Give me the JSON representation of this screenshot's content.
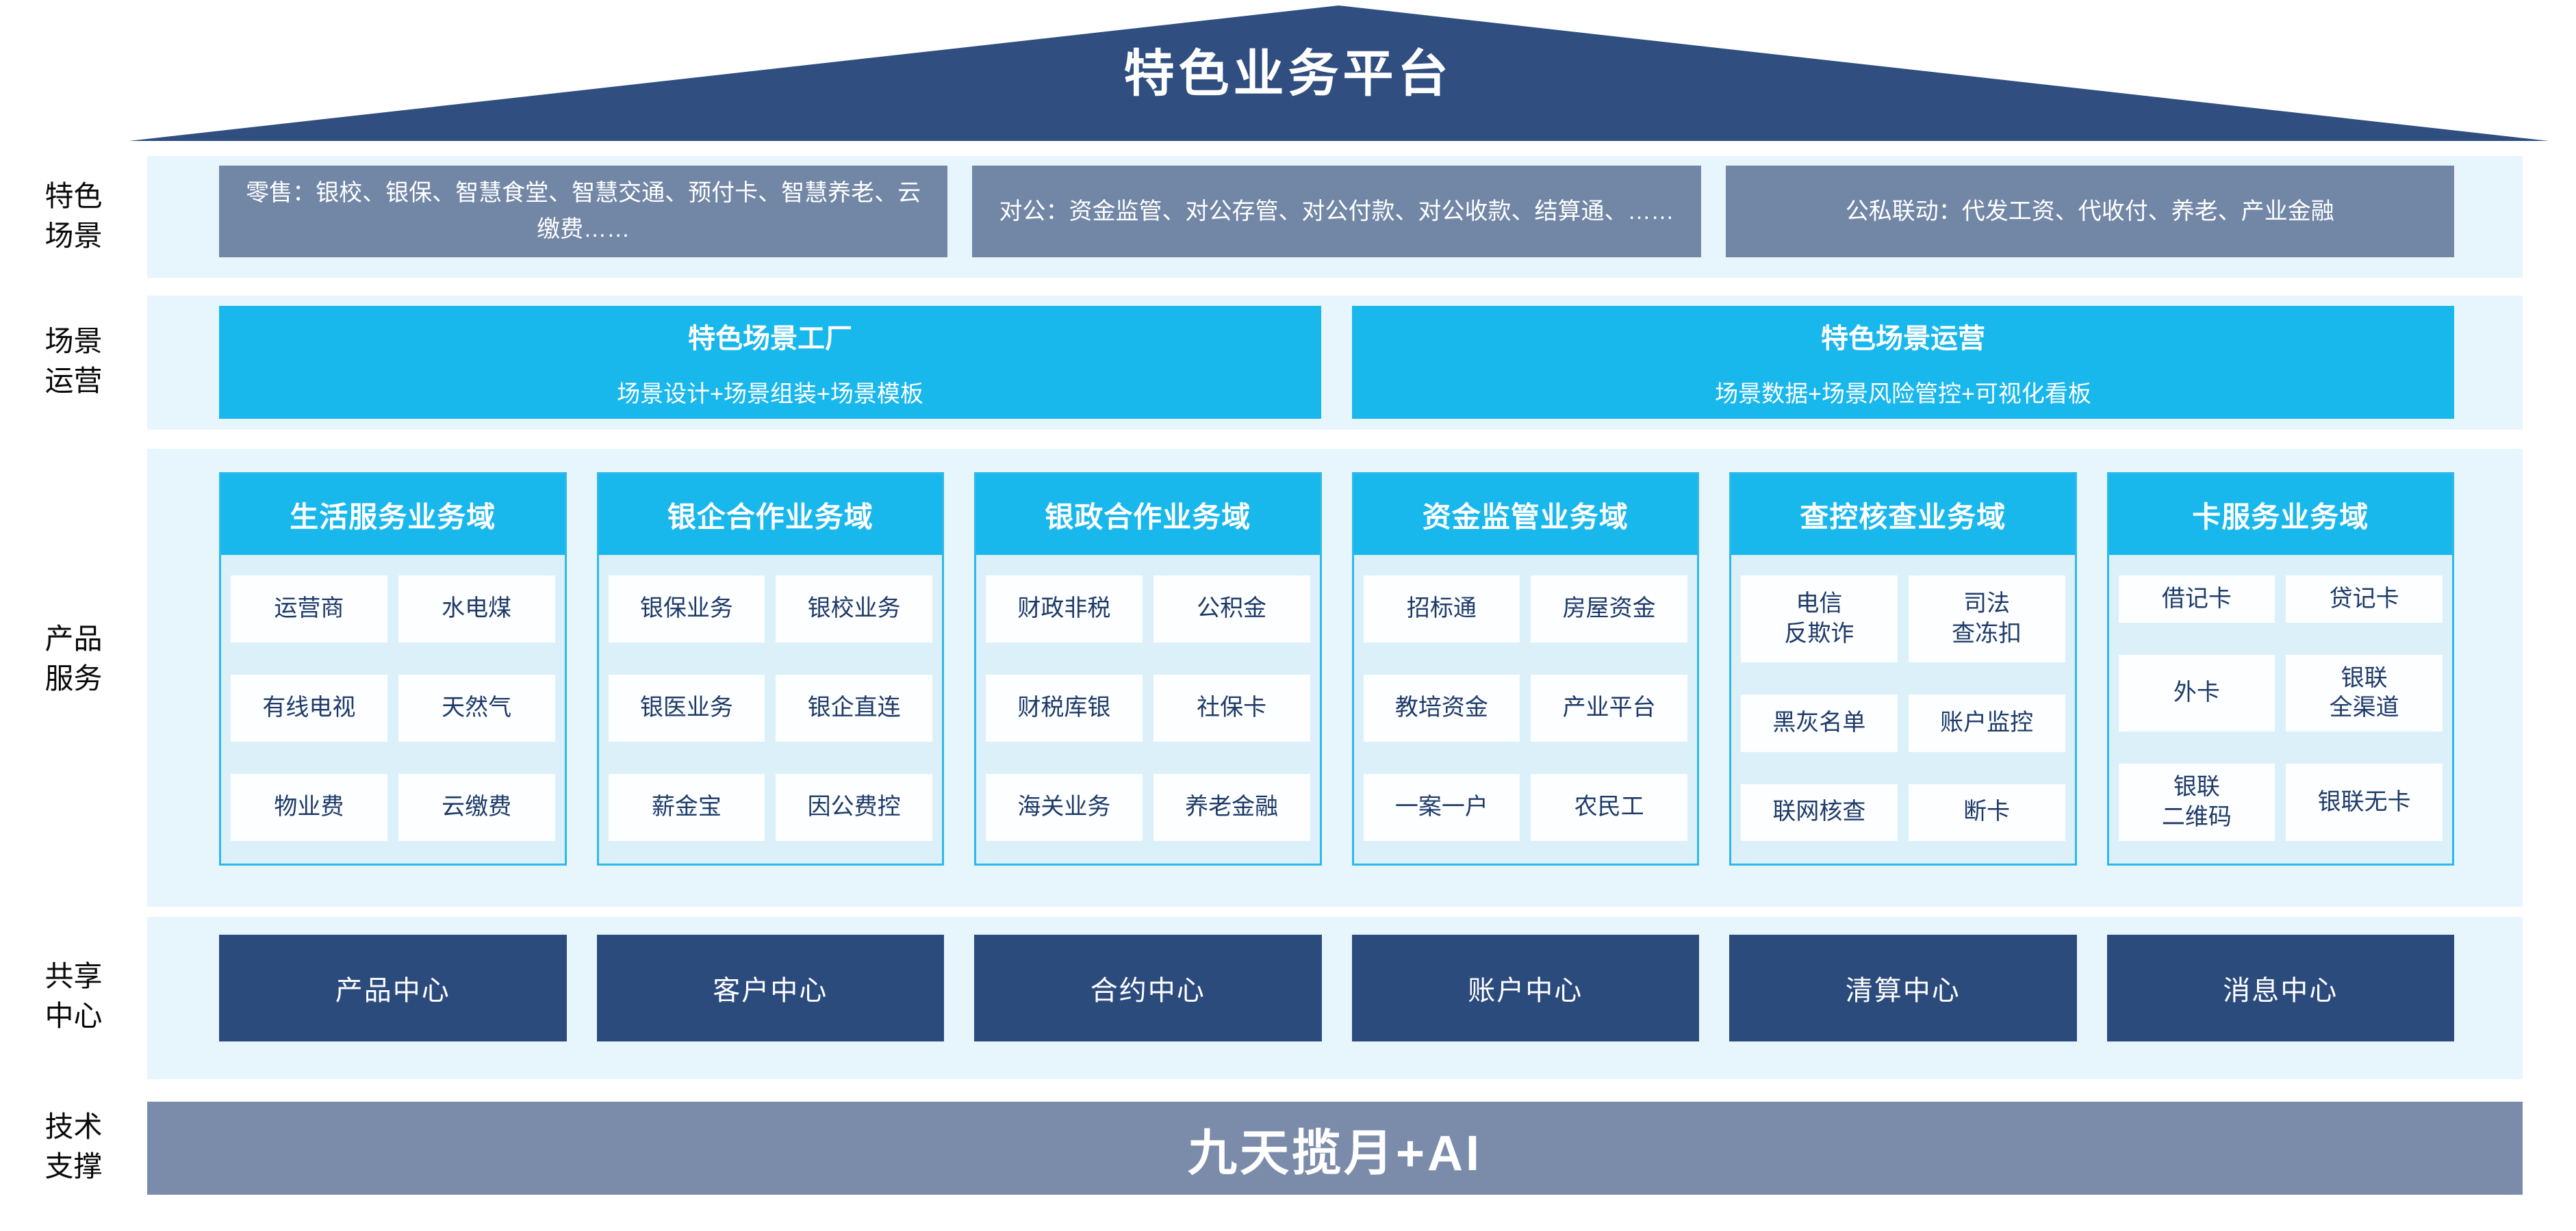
{
  "roof": {
    "title": "特色业务平台"
  },
  "side_labels": {
    "scene": "特色\n场景",
    "operation": "场景\n运营",
    "product": "产品\n服务",
    "share": "共享\n中心",
    "tech": "技术\n支撑"
  },
  "scene_row": {
    "boxes": [
      "零售：银校、银保、智慧食堂、智慧交通、预付卡、智慧养老、云缴费……",
      "对公：资金监管、对公存管、对公付款、对公收款、结算通、……",
      "公私联动：代发工资、代收付、养老、产业金融"
    ]
  },
  "operation_row": {
    "boxes": [
      {
        "title": "特色场景工厂",
        "subtitle": "场景设计+场景组装+场景模板"
      },
      {
        "title": "特色场景运营",
        "subtitle": "场景数据+场景风险管控+可视化看板"
      }
    ]
  },
  "product_row": {
    "domains": [
      {
        "header": "生活服务业务域",
        "cells": [
          "运营商",
          "水电煤",
          "有线电视",
          "天然气",
          "物业费",
          "云缴费"
        ]
      },
      {
        "header": "银企合作业务域",
        "cells": [
          "银保业务",
          "银校业务",
          "银医业务",
          "银企直连",
          "薪金宝",
          "因公费控"
        ]
      },
      {
        "header": "银政合作业务域",
        "cells": [
          "财政非税",
          "公积金",
          "财税库银",
          "社保卡",
          "海关业务",
          "养老金融"
        ]
      },
      {
        "header": "资金监管业务域",
        "cells": [
          "招标通",
          "房屋资金",
          "教培资金",
          "产业平台",
          "一案一户",
          "农民工"
        ]
      },
      {
        "header": "查控核查业务域",
        "cells": [
          "电信\n反欺诈",
          "司法\n查冻扣",
          "黑灰名单",
          "账户监控",
          "联网核查",
          "断卡"
        ]
      },
      {
        "header": "卡服务业务域",
        "cells": [
          "借记卡",
          "贷记卡",
          "外卡",
          "银联\n全渠道",
          "银联\n二维码",
          "银联无卡"
        ]
      }
    ]
  },
  "share_row": {
    "centers": [
      "产品中心",
      "客户中心",
      "合约中心",
      "账户中心",
      "清算中心",
      "消息中心"
    ]
  },
  "tech_row": {
    "label": "九天揽月+AI"
  },
  "colors": {
    "roof_navy": "#304E80",
    "scene_box_gray_blue": "#7287A6",
    "cyan_accent": "#18B7EC",
    "column_border_cyan": "#2EB9E9",
    "column_body_blue": "#DCF0FA",
    "band_light_blue": "#E7F5FD",
    "cell_text_navy": "#1E3A68",
    "center_box_navy": "#2C4B7D",
    "tech_bar_gray_blue": "#7B8CAB"
  }
}
